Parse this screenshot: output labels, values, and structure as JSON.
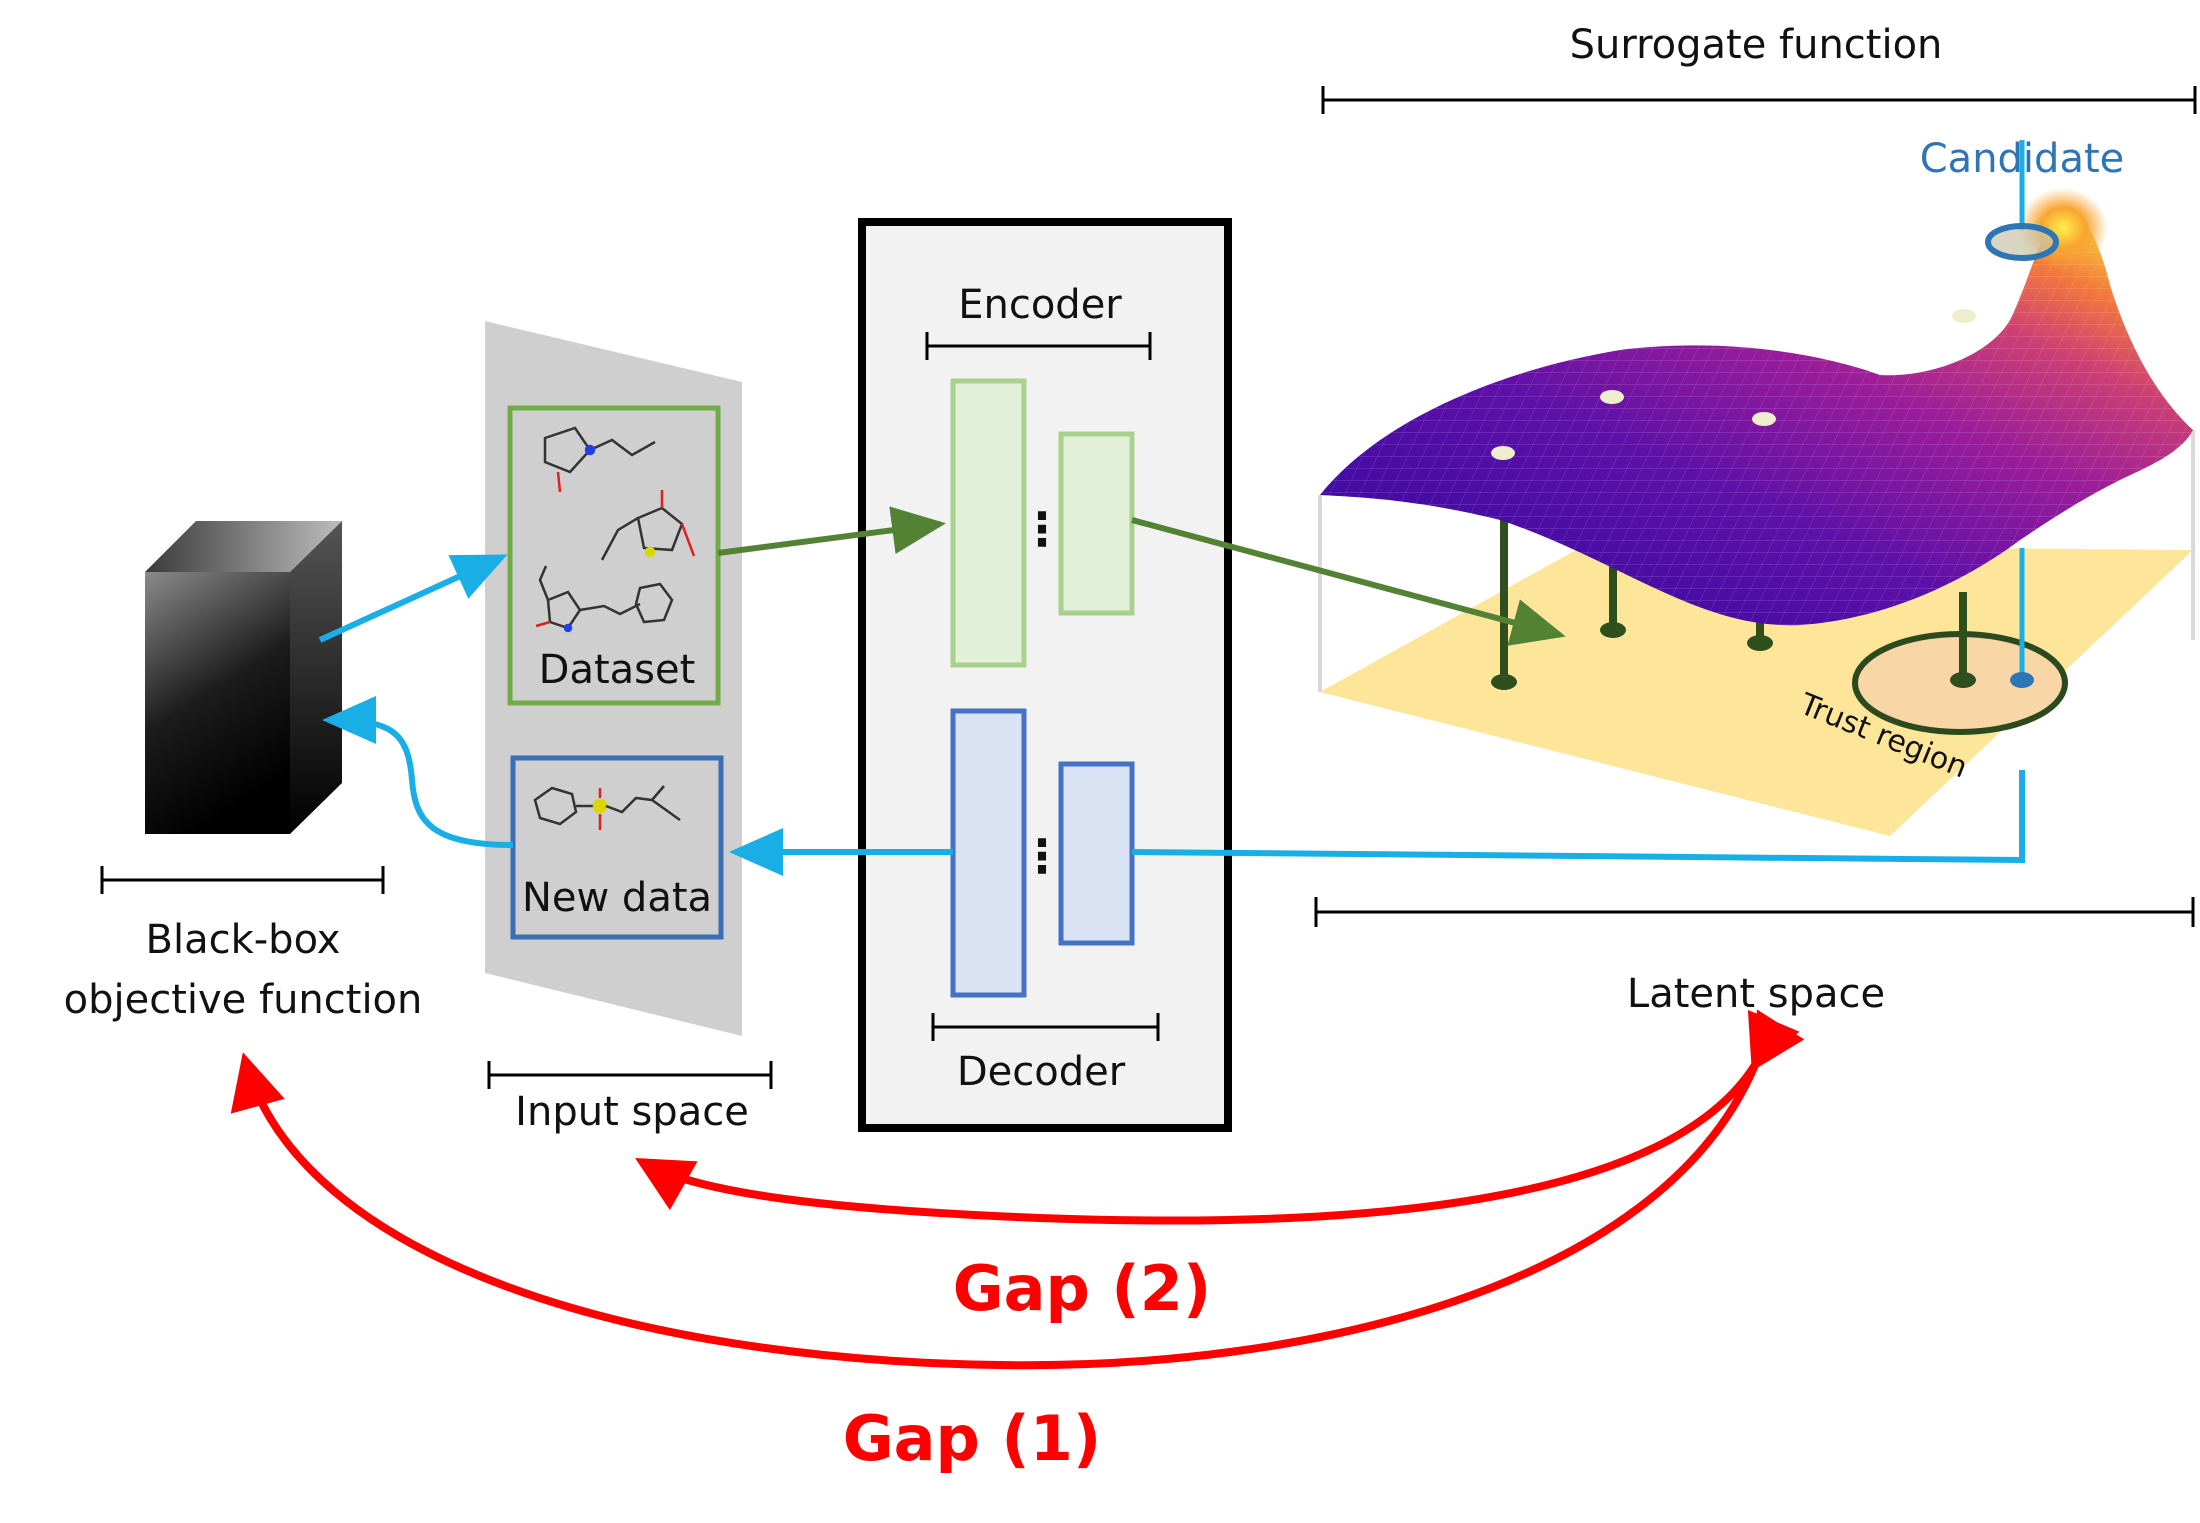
{
  "colors": {
    "blue_arrow": "#1aaee6",
    "green_arrow": "#548235",
    "gap_red": "#ff0000",
    "dataset_border": "#70ad47",
    "newdata_border": "#3a6eb5",
    "encoder_fill": "#e2f0d9",
    "encoder_border": "#a9d18e",
    "decoder_fill": "#dae3f3",
    "decoder_border": "#4472c4",
    "latent_plane": "#fde59a",
    "candidate_text": "#2e75b6",
    "trust_region": "#2d4a1e"
  },
  "labels": {
    "surrogate_function": "Surrogate function",
    "candidate": "Candidate",
    "encoder": "Encoder",
    "decoder": "Decoder",
    "dataset": "Dataset",
    "new_data": "New data",
    "input_space": "Input space",
    "latent_space": "Latent space",
    "black_box_line1": "Black-box",
    "black_box_line2": "objective function",
    "trust_region": "Trust region",
    "gap1": "Gap (1)",
    "gap2": "Gap (2)",
    "dots": "⋮"
  }
}
